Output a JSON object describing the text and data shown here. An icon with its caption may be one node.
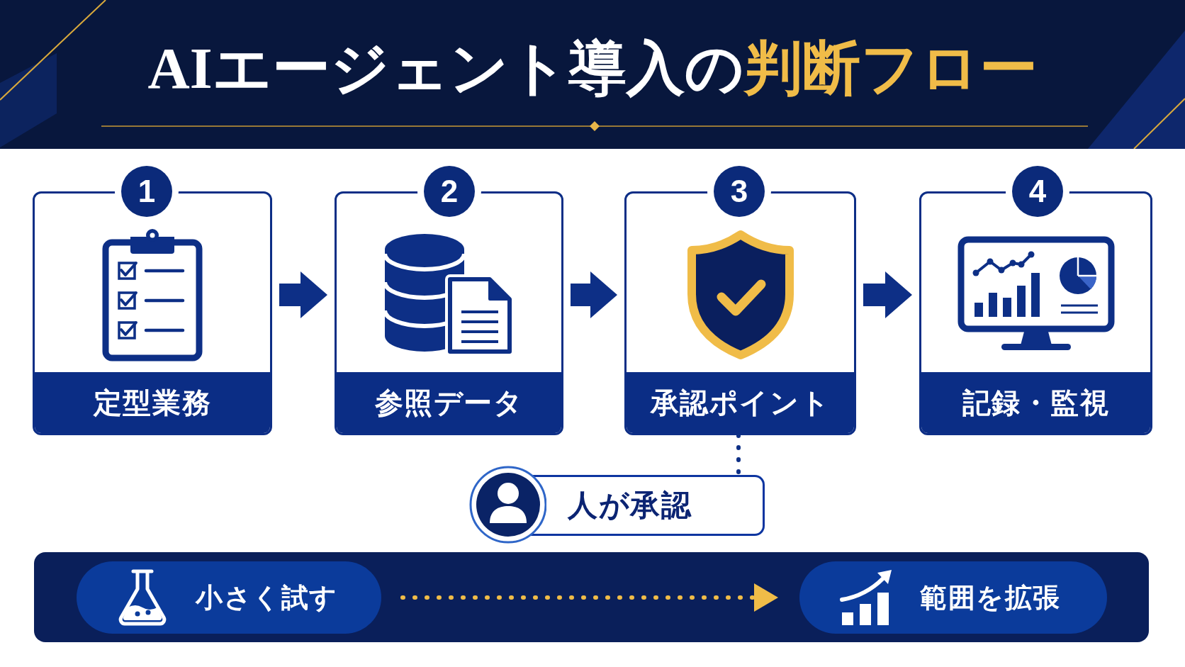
{
  "diagram": {
    "title": "AIエージェント導入の**判断フロー**",
    "nodes": [
      {
        "text": [
          "1"
        ]
      },
      {
        "text": [
          "定型業務"
        ]
      },
      {
        "text": [
          "2"
        ]
      },
      {
        "text": [
          "参照データ"
        ]
      },
      {
        "text": [
          "3"
        ]
      },
      {
        "text": [
          "承認ポイント"
        ]
      },
      {
        "text": [
          "4"
        ]
      },
      {
        "text": [
          "記録・監視"
        ]
      },
      {
        "text": [
          "人が承認"
        ]
      },
      {
        "text": [],
        "shape": "box"
      },
      {
        "text": [
          "小さく試す"
        ],
        "in": 9
      },
      {
        "text": [
          "範囲を拡張"
        ],
        "in": 9
      }
    ],
    "edges": [
      {
        "from": 1,
        "to": 3,
        "arrow": "to"
      },
      {
        "from": 3,
        "to": 5,
        "arrow": "to"
      },
      {
        "from": 5,
        "to": 7,
        "arrow": "to"
      },
      {
        "from": 5,
        "to": 8,
        "arrow": "none",
        "style": "dashed"
      },
      {
        "from": 10,
        "to": 11,
        "arrow": "to",
        "style": "dashed",
        "color": "#f0bc48"
      }
    ]
  }
}
